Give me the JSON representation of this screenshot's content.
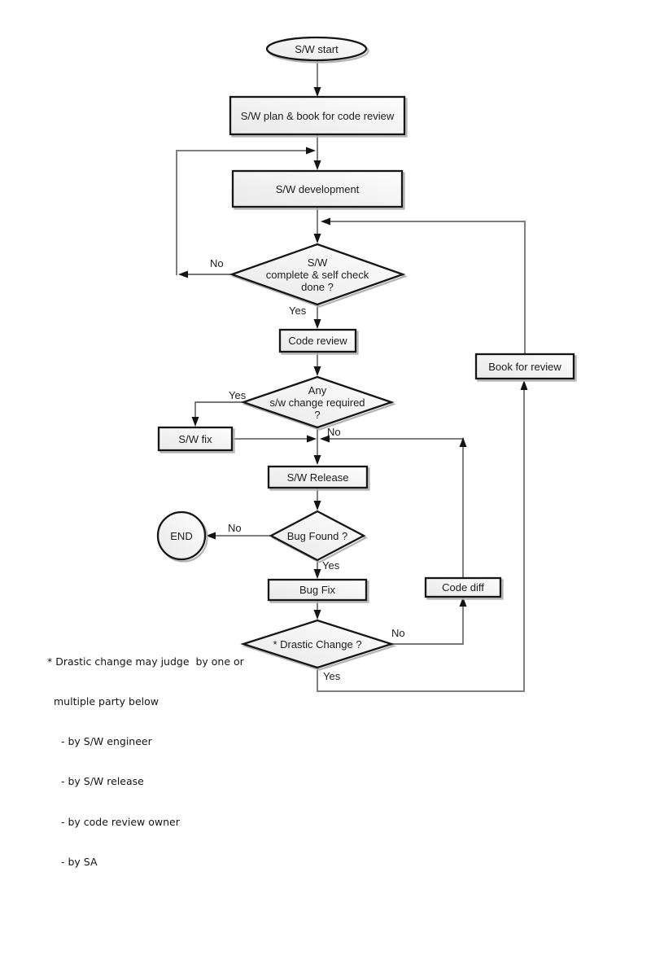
{
  "nodes": {
    "start": "S/W start",
    "plan": "S/W plan & book for code review",
    "development": "S/W development",
    "complete_check": {
      "l1": "S/W",
      "l2": "complete & self check",
      "l3": "done ?"
    },
    "code_review": "Code review",
    "change_required": {
      "l1": "Any",
      "l2": "s/w change required",
      "l3": "?"
    },
    "sw_fix": "S/W fix",
    "sw_release": "S/W Release",
    "bug_found": "Bug Found ?",
    "end": "END",
    "bug_fix": "Bug Fix",
    "drastic_change": "* Drastic Change ?",
    "code_diff": "Code diff",
    "book_for_review": "Book for review"
  },
  "edge_labels": {
    "complete_check_no": "No",
    "complete_check_yes": "Yes",
    "change_required_yes": "Yes",
    "change_required_no": "No",
    "bug_found_no": "No",
    "bug_found_yes": "Yes",
    "drastic_change_no": "No",
    "drastic_change_yes": "Yes"
  },
  "annotation": {
    "line1": "* Drastic change may judge  by one or",
    "line2": "multiple party below",
    "line3": "- by S/W engineer",
    "line4": "- by S/W release",
    "line5": "- by code review owner",
    "line6": "- by SA"
  },
  "colors": {
    "background": "#ffffff",
    "shape_border": "#161616",
    "shape_fill_dark": "#e9e9e9",
    "shape_fill_light": "#fdfdfd",
    "shape_shadow": "#b4b4b4",
    "connector_long": "#7f7f7f",
    "connector_short": "#4a4a4a",
    "arrowhead": "#141414",
    "text": "#1c1c1c"
  }
}
